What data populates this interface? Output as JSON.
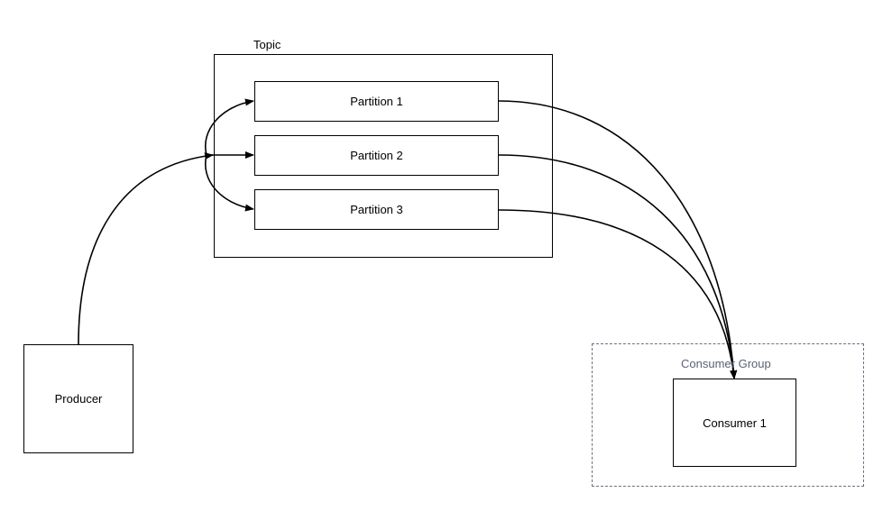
{
  "topic": {
    "label": "Topic"
  },
  "partitions": [
    {
      "label": "Partition 1"
    },
    {
      "label": "Partition 2"
    },
    {
      "label": "Partition 3"
    }
  ],
  "producer": {
    "label": "Producer"
  },
  "consumer_group": {
    "label": "Consumer Group",
    "consumers": [
      {
        "label": "Consumer 1"
      }
    ]
  },
  "colors": {
    "stroke": "#000000",
    "group_border": "#6b7080",
    "group_label": "#5c6275"
  }
}
